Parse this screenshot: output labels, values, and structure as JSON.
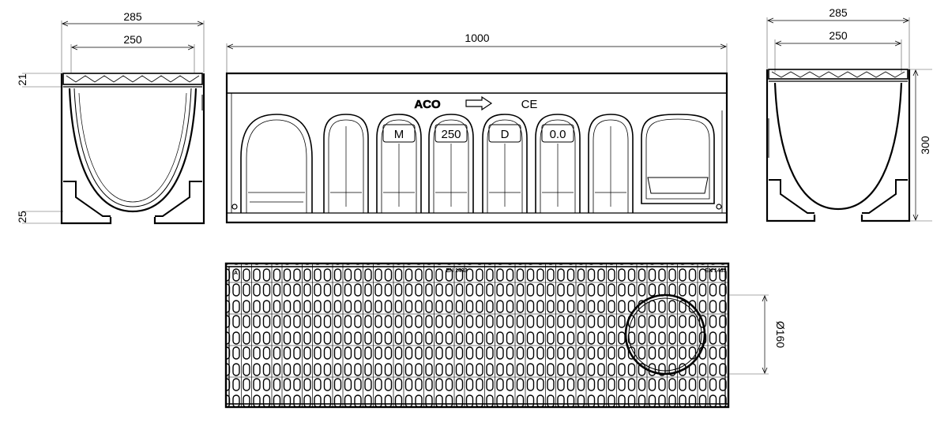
{
  "left_view": {
    "dim_outer_width": "285",
    "dim_inner_width": "250",
    "dim_top_height": "21",
    "dim_base_height": "25"
  },
  "front_view": {
    "dim_length": "1000",
    "logo_text": "ACO",
    "ce_mark": "CE",
    "badges": [
      "M",
      "250",
      "D",
      "0.0"
    ]
  },
  "right_view": {
    "dim_outer_width": "285",
    "dim_inner_width": "250",
    "dim_height": "300"
  },
  "plan_view": {
    "dim_outlet": "Ø160",
    "norm_label": "EN 1433",
    "corner_letter": "A"
  }
}
